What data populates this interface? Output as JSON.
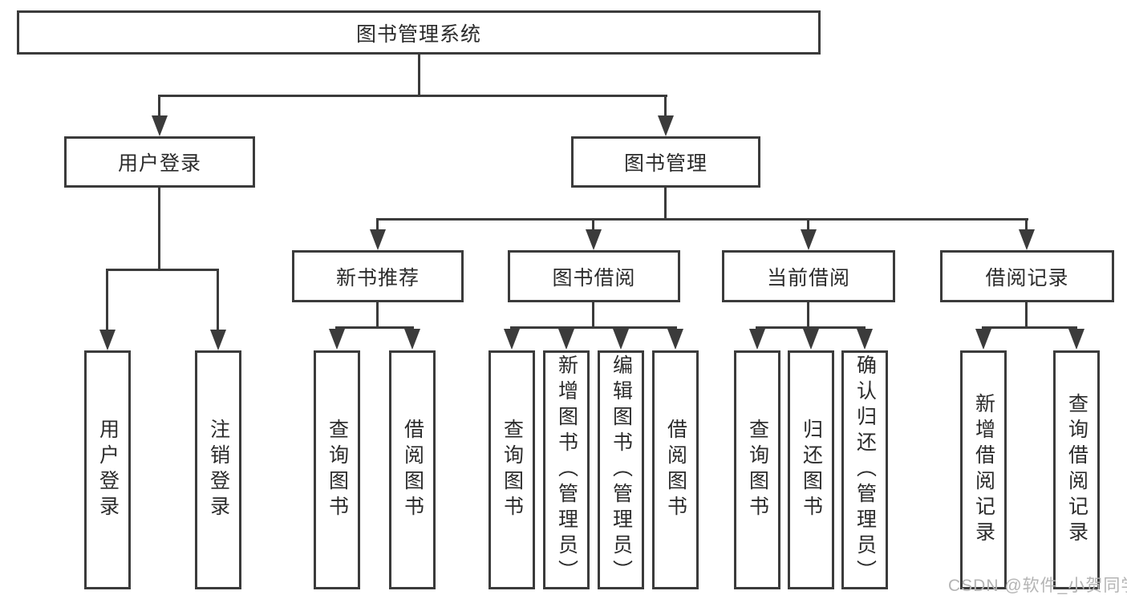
{
  "diagram": {
    "root": {
      "label": "图书管理系统"
    },
    "branches": [
      {
        "label": "用户登录",
        "children": [
          {
            "label": "用户登录"
          },
          {
            "label": "注销登录"
          }
        ]
      },
      {
        "label": "图书管理",
        "children": [
          {
            "label": "新书推荐",
            "children": [
              {
                "label": "查询图书"
              },
              {
                "label": "借阅图书"
              }
            ]
          },
          {
            "label": "图书借阅",
            "children": [
              {
                "label": "查询图书"
              },
              {
                "label": "新增图书（管理员）"
              },
              {
                "label": "编辑图书（管理员）"
              },
              {
                "label": "借阅图书"
              }
            ]
          },
          {
            "label": "当前借阅",
            "children": [
              {
                "label": "查询图书"
              },
              {
                "label": "归还图书"
              },
              {
                "label": "确认归还（管理员）"
              }
            ]
          },
          {
            "label": "借阅记录",
            "children": [
              {
                "label": "新增借阅记录"
              },
              {
                "label": "查询借阅记录"
              }
            ]
          }
        ]
      }
    ]
  },
  "watermark": "CSDN @软件_小贺同学",
  "colors": {
    "line": "#3b3b3b",
    "text": "#2b2b2b",
    "watermark": "#b4b4b4",
    "background": "#ffffff"
  }
}
